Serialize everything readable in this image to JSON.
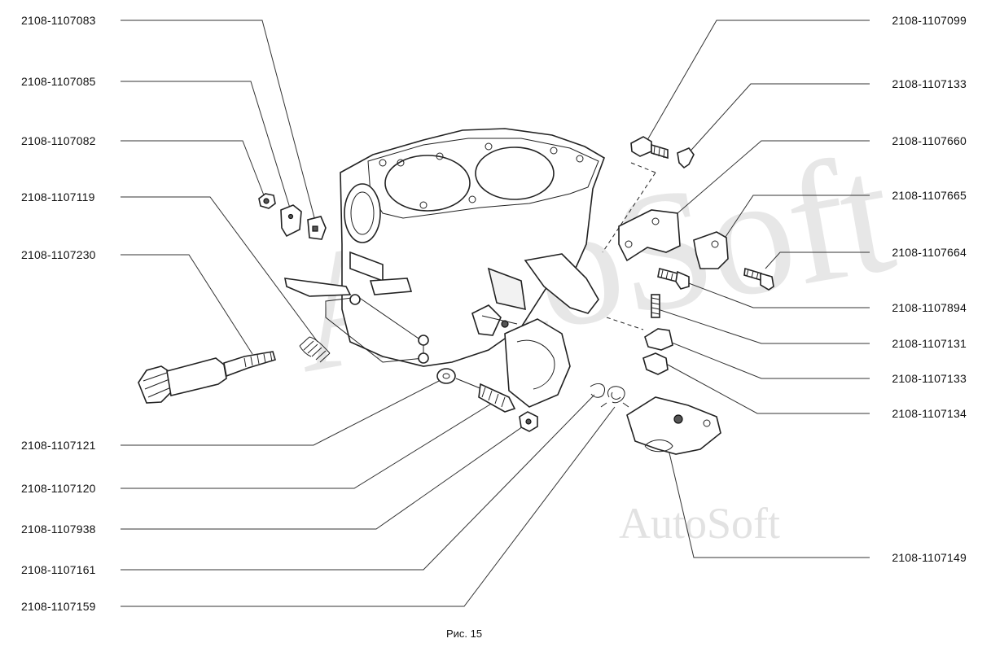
{
  "labels_left": [
    "2108-1107083",
    "2108-1107085",
    "2108-1107082",
    "2108-1107119",
    "2108-1107230",
    "2108-1107121",
    "2108-1107120",
    "2108-1107938",
    "2108-1107161",
    "2108-1107159"
  ],
  "labels_right": [
    "2108-1107099",
    "2108-1107133",
    "2108-1107660",
    "2108-1107665",
    "2108-1107664",
    "2108-1107894",
    "2108-1107131",
    "2108-1107133",
    "2108-1107134",
    "2108-1107149"
  ],
  "caption": "Рис. 15",
  "watermark": "AutoSoft"
}
